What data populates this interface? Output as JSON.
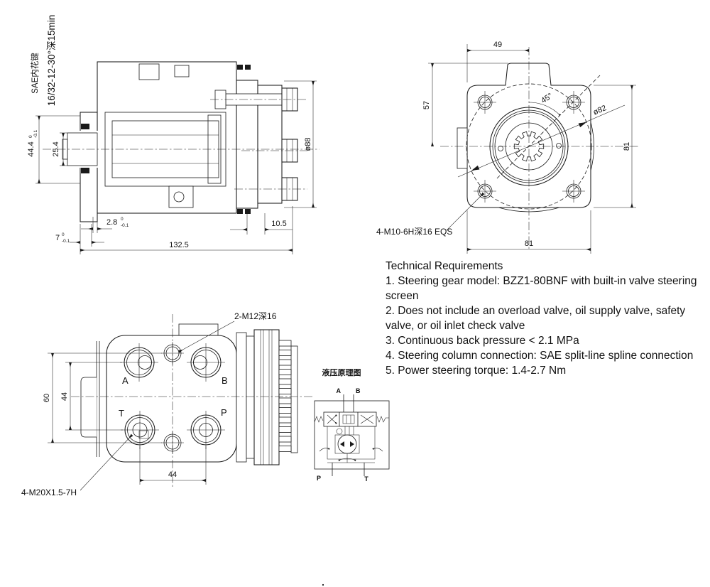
{
  "spline_note": {
    "line1": "SAE内花键",
    "line2": "16/32-12-30°深15min"
  },
  "section_view": {
    "dim_pilot": "44.4",
    "dim_pilot_tol_upper": "0",
    "dim_pilot_tol_lower": "-0.1",
    "dim_spline_od": "25.4",
    "dim_plate": "7",
    "dim_plate_tol_upper": "0",
    "dim_plate_tol_lower": "-0.1",
    "dim_step": "2.8",
    "dim_step_tol_upper": "0",
    "dim_step_tol_lower": "-0.1",
    "dim_length": "132.5",
    "dim_cover": "10.5",
    "dim_body_dia": "ø88"
  },
  "flange_view": {
    "dim_width_half": "49",
    "dim_height_upper": "57",
    "dim_height": "81",
    "dim_width": "81",
    "angle_label": "45°",
    "bolt_circle_label": "ø82",
    "thread_note": "4-M10-6H深16 EQS"
  },
  "port_view": {
    "dim_hole_spacing_v": "60",
    "dim_port_spacing_v": "44",
    "dim_port_spacing_h": "44",
    "thread_note_top": "2-M12深16",
    "thread_note_bottom": "4-M20X1.5-7H",
    "port_a": "A",
    "port_b": "B",
    "port_t": "T",
    "port_p": "P"
  },
  "schematic": {
    "title": "液压原理图",
    "port_a": "A",
    "port_b": "B",
    "port_p": "P",
    "port_t": "T"
  },
  "tech_requirements": {
    "title": "Technical Requirements",
    "items": [
      "1. Steering gear model: BZZ1-80BNF with built-in valve steering screen",
      "2. Does not include an overload valve, oil supply valve, safety valve, or oil inlet check valve",
      "3. Continuous back pressure < 2.1 MPa",
      "4. Steering column connection: SAE split-line spline connection",
      "5. Power steering torque: 1.4-2.7 Nm"
    ]
  },
  "colors": {
    "line": "#1a1a1a",
    "background": "#ffffff"
  }
}
